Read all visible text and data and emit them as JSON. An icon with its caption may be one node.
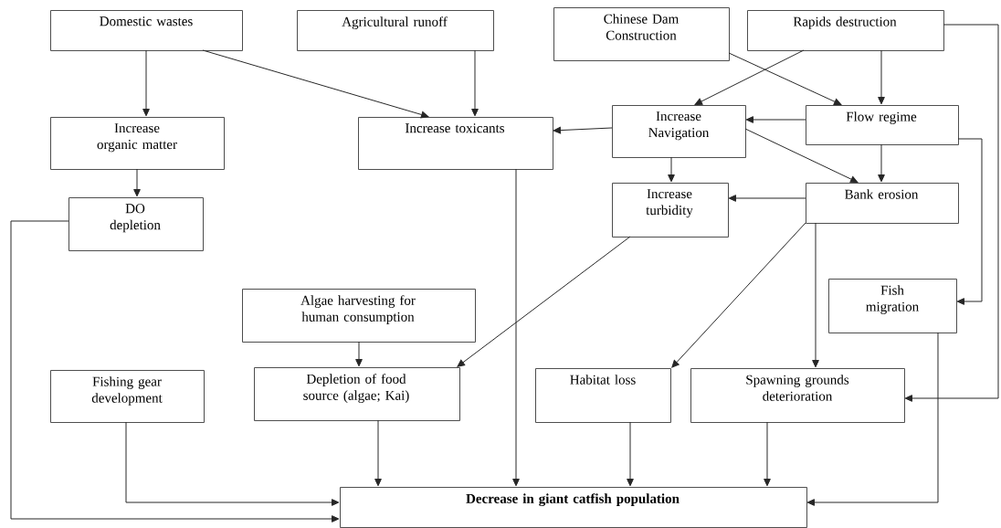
{
  "diagram": {
    "nodes": [
      {
        "text": [
          "Domestic wastes"
        ]
      },
      {
        "text": [
          "Agricultural runoff"
        ]
      },
      {
        "text": [
          "Chinese Dam Construction"
        ]
      },
      {
        "text": [
          "Rapids destruction"
        ]
      },
      {
        "text": [
          "Increase organic matter"
        ]
      },
      {
        "text": [
          "Increase toxicants"
        ]
      },
      {
        "text": [
          "Increase Navigation"
        ]
      },
      {
        "text": [
          "Flow regime"
        ]
      },
      {
        "text": [
          "DO depletion"
        ]
      },
      {
        "text": [
          "Increase turbidity"
        ]
      },
      {
        "text": [
          "Bank erosion"
        ]
      },
      {
        "text": [
          "Algae harvesting for human consumption"
        ]
      },
      {
        "text": [
          "Fish migration"
        ]
      },
      {
        "text": [
          "Fishing gear development"
        ]
      },
      {
        "text": [
          "Depletion of food source (algae; Kai)"
        ]
      },
      {
        "text": [
          "Habitat loss"
        ]
      },
      {
        "text": [
          "Spawning grounds deterioration"
        ]
      },
      {
        "text": [
          "Decrease in giant catfish population"
        ]
      }
    ],
    "edges": [
      {
        "from": 0,
        "to": 4,
        "arrow": "to"
      },
      {
        "from": 0,
        "to": 5,
        "arrow": "to"
      },
      {
        "from": 1,
        "to": 5,
        "arrow": "to"
      },
      {
        "from": 2,
        "to": 7,
        "arrow": "to"
      },
      {
        "from": 3,
        "to": 6,
        "arrow": "to"
      },
      {
        "from": 3,
        "to": 7,
        "arrow": "to"
      },
      {
        "from": 3,
        "to": 16,
        "arrow": "to"
      },
      {
        "from": 7,
        "to": 6,
        "arrow": "to"
      },
      {
        "from": 6,
        "to": 5,
        "arrow": "to"
      },
      {
        "from": 6,
        "to": 9,
        "arrow": "to"
      },
      {
        "from": 6,
        "to": 10,
        "arrow": "to"
      },
      {
        "from": 7,
        "to": 10,
        "arrow": "to"
      },
      {
        "from": 10,
        "to": 9,
        "arrow": "to"
      },
      {
        "from": 7,
        "to": 12,
        "arrow": "to"
      },
      {
        "from": 4,
        "to": 8,
        "arrow": "to"
      },
      {
        "from": 8,
        "to": 17,
        "arrow": "to"
      },
      {
        "from": 5,
        "to": 17,
        "arrow": "to"
      },
      {
        "from": 9,
        "to": 14,
        "arrow": "to"
      },
      {
        "from": 10,
        "to": 15,
        "arrow": "to"
      },
      {
        "from": 10,
        "to": 16,
        "arrow": "to"
      },
      {
        "from": 11,
        "to": 14,
        "arrow": "to"
      },
      {
        "from": 13,
        "to": 17,
        "arrow": "to"
      },
      {
        "from": 14,
        "to": 17,
        "arrow": "to"
      },
      {
        "from": 15,
        "to": 17,
        "arrow": "to"
      },
      {
        "from": 16,
        "to": 17,
        "arrow": "to"
      },
      {
        "from": 12,
        "to": 17,
        "arrow": "to"
      }
    ]
  }
}
